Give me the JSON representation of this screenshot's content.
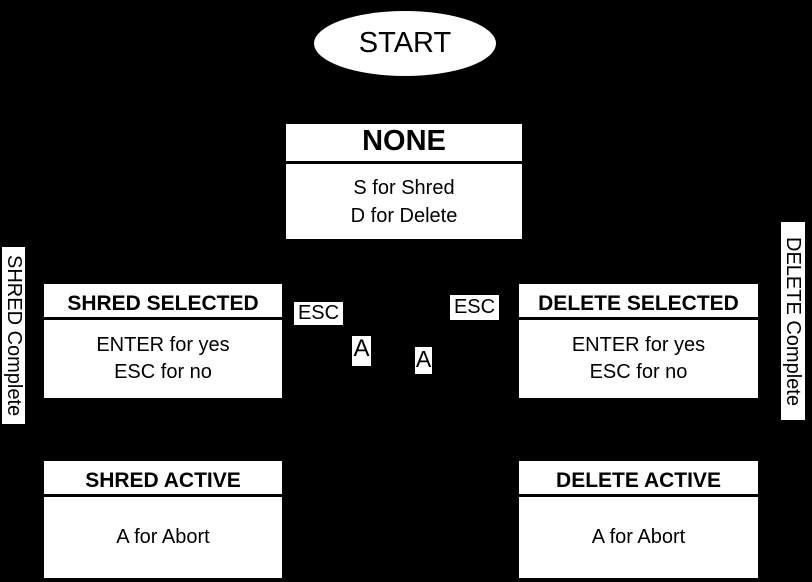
{
  "colors": {
    "background": "#000000",
    "node_fill": "#ffffff",
    "node_text": "#000000"
  },
  "start": {
    "label": "START"
  },
  "states": [
    {
      "title": "NONE",
      "lines": [
        "S for Shred",
        "D for Delete"
      ]
    },
    {
      "title": "SHRED SELECTED",
      "lines": [
        "ENTER for yes",
        "ESC for no"
      ]
    },
    {
      "title": "DELETE SELECTED",
      "lines": [
        "ENTER for yes",
        "ESC for no"
      ]
    },
    {
      "title": "SHRED ACTIVE",
      "lines": [
        "A for Abort"
      ]
    },
    {
      "title": "DELETE ACTIVE",
      "lines": [
        "A for Abort"
      ]
    }
  ],
  "edge_labels": {
    "esc_left": "ESC",
    "esc_right": "ESC",
    "a_left": "A",
    "a_right": "A",
    "shred_complete": "SHRED Complete",
    "delete_complete": "DELETE Complete"
  }
}
